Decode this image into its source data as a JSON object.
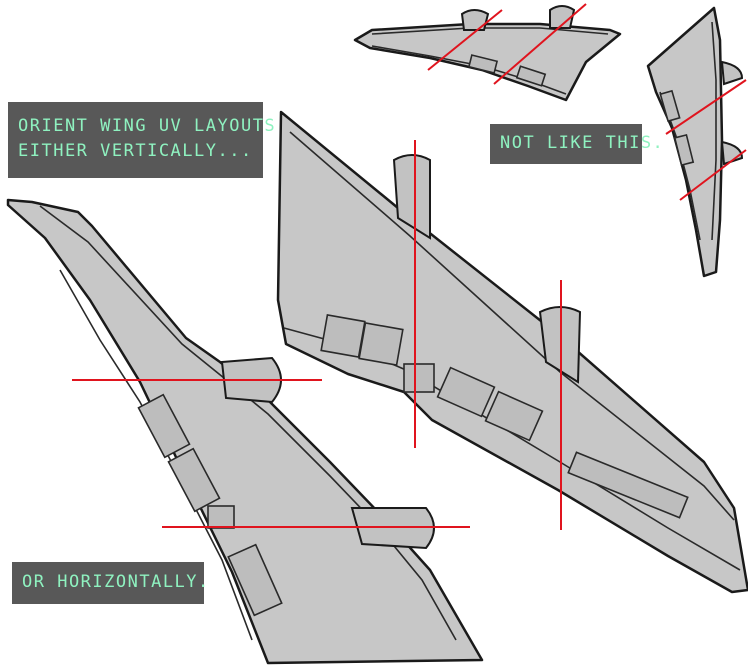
{
  "captions": {
    "vertical_line1": "ORIENT WING UV LAYOUTS",
    "vertical_line2": "EITHER VERTICALLY...",
    "not_like_this": "NOT LIKE THIS.",
    "horizontal": "OR HORIZONTALLY."
  },
  "colors": {
    "wing_fill": "#c7c7c7",
    "outline": "#1a1a1a",
    "guide_line": "#e0141e",
    "caption_background": "#585858",
    "caption_text": "#8ff2c0"
  }
}
